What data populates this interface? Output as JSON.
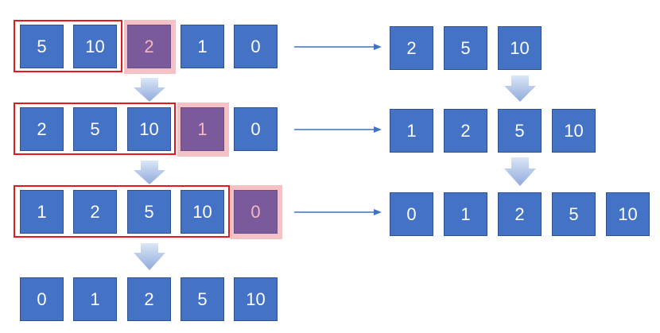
{
  "rows": [
    {
      "values": [
        "5",
        "10",
        "2",
        "1",
        "0"
      ],
      "current": "2"
    },
    {
      "values": [
        "2",
        "5",
        "10",
        "1",
        "0"
      ],
      "current": "1"
    },
    {
      "values": [
        "1",
        "2",
        "5",
        "10",
        "0"
      ],
      "current": "0"
    },
    {
      "values": [
        "0",
        "1",
        "2",
        "5",
        "10"
      ]
    }
  ],
  "results": [
    {
      "values": [
        "2",
        "5",
        "10"
      ]
    },
    {
      "values": [
        "1",
        "2",
        "5",
        "10"
      ]
    },
    {
      "values": [
        "0",
        "1",
        "2",
        "5",
        "10"
      ]
    }
  ],
  "colors": {
    "box_fill": "#4472c4",
    "box_border": "#2f528f",
    "current_fill": "#7a5a9a",
    "current_text": "#f4b8c0",
    "current_highlight": "#f4c1c5",
    "sorted_frame": "#e01b1b",
    "arrow": "#4472c4",
    "down_arrow_top": "#dbe6f6",
    "down_arrow_bottom": "#8faadc"
  }
}
